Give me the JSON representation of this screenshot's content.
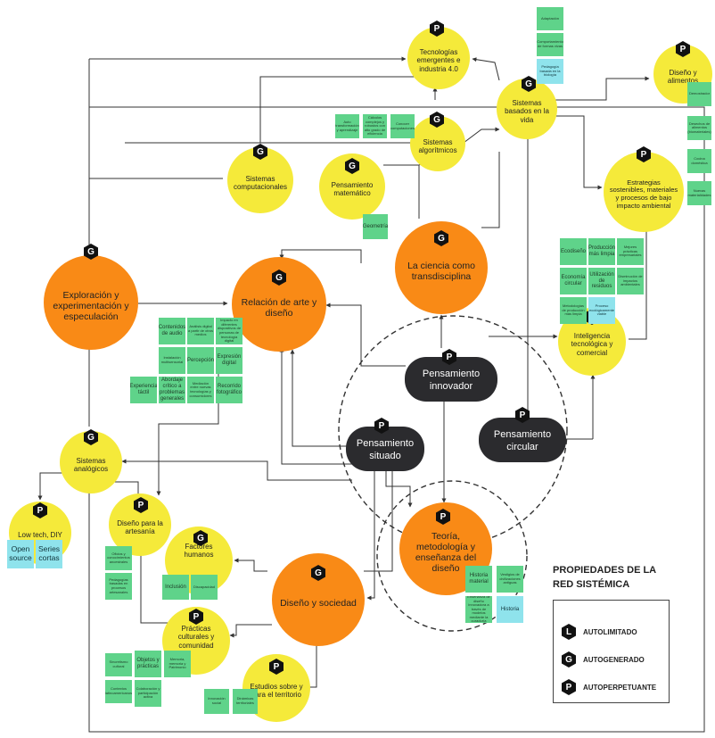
{
  "colors": {
    "yellow": "#f5ea3a",
    "orange": "#f98a16",
    "dark": "#2b2b2e",
    "note_green": "#5fd38a",
    "note_cyan": "#8fe3ec",
    "line": "#333333"
  },
  "nodes": {
    "tecnologias": {
      "label": "Tecnologías emergentes e industria 4.0",
      "badge": "P"
    },
    "diseno_alimentos": {
      "label": "Diseño y alimentos",
      "badge": "P"
    },
    "sistemas_vida": {
      "label": "Sistemas basados en la vida",
      "badge": "G"
    },
    "sistemas_algoritmicos": {
      "label": "Sistemas algorítmicos",
      "badge": "G"
    },
    "sistemas_computacionales": {
      "label": "Sistemas computacionales",
      "badge": "G"
    },
    "pensamiento_matematico": {
      "label": "Pensamiento matemático",
      "badge": "G"
    },
    "estrategias": {
      "label": "Estrategias sostenibles, materiales y procesos de bajo impacto ambiental",
      "badge": "P"
    },
    "ciencia": {
      "label": "La ciencia como transdisciplina",
      "badge": "G"
    },
    "exploracion": {
      "label": "Exploración y experimentación y especulación",
      "badge": "G"
    },
    "relacion": {
      "label": "Relación de arte y diseño",
      "badge": "G"
    },
    "inteligencia": {
      "label": "Inteligencia tecnológica y comercial",
      "badge": "P"
    },
    "innovador": {
      "label": "Pensamiento innovador",
      "badge": "P"
    },
    "situado": {
      "label": "Pensamiento situado",
      "badge": "P"
    },
    "circular": {
      "label": "Pensamiento circular",
      "badge": "P"
    },
    "analogicos": {
      "label": "Sistemas analógicos",
      "badge": "G"
    },
    "lowtech": {
      "label": "Low tech, DIY",
      "badge": "P"
    },
    "artesania": {
      "label": "Diseño para la artesanía",
      "badge": "P"
    },
    "factores": {
      "label": "Factores humanos",
      "badge": "G"
    },
    "teoria": {
      "label": "Teoría, metodología y enseñanza del diseño",
      "badge": "P"
    },
    "sociedad": {
      "label": "Diseño y sociedad",
      "badge": "G"
    },
    "practicas": {
      "label": "Prácticas culturales y comunidad",
      "badge": "P"
    },
    "estudios": {
      "label": "Estudios sobre y para el territorio",
      "badge": "P"
    }
  },
  "notes": {
    "adaptacion": "Adaptación",
    "comportamiento": "Comportamiento de formas vivas",
    "pedagogia_bio": "Pedagogía basada en la biología",
    "auto_transformacion": "Auto transformación y aprendizaje",
    "calculos": "Cálculos complejos y robustos con alto grado de eficiencia",
    "conocer": "Conocer computaciones",
    "geometria": "Geometría",
    "demostrador": "Demostrador",
    "desechos": "Desechos de alimentos (biomateriales)",
    "cocina": "Cocina doméstica",
    "nuevas": "Nuevas materialidades",
    "ecodiseno": "Ecodiseño",
    "produccion_limpia": "Producción más limpia",
    "mejores_practicas": "Mejores prácticas empresariales",
    "economia_circular": "Economía circular",
    "utilizacion_residuos": "Utilización de residuos",
    "disminucion": "Disminución de impactos ambientales",
    "metodologias_limpia": "Metodologías de producción más limpia",
    "proceso_ecologico": "Proceso ecológicamente viable",
    "contenidos_audio": "Contenidos de audio",
    "analisis_digital": "Análisis digital a partir de otros medios",
    "impacto_digitales": "Impacto en diferentes dispositivos de personas de tecnología digital",
    "instalacion": "Instalación multisensorial",
    "percepcion": "Percepción",
    "expresion_digital": "Expresión digital",
    "experiencia_tactil": "Experiencia táctil",
    "abordaje": "Abordaje crítico a problemas generales",
    "mediacion": "Mediación entre nuevas tecnologías y consumidores",
    "recorrido": "Recorrido fotográfico",
    "open_source": "Open source",
    "series_cortas": "Series cortas",
    "oficios": "Oficios y conocimientos ancestrales",
    "pedagogias_artesanales": "Pedagogías basadas en procesos artesanales",
    "inclusion": "Inclusión",
    "discapacidad": "Discapacidad",
    "historia_material": "Historia material",
    "vestigios": "Vestigios de civilizaciones antiguas",
    "ensenanza_diseno": "Enseñanza de diseño innovadora a través de modelos mediante la curaduría",
    "historia": "Historia",
    "patrimonio_cultural": "Sincretismo cultural",
    "objetos_practicas": "Objetos y prácticas",
    "memoria": "Memoria, memoria y Patrimonio",
    "contextos": "Contextos latinoamericanos",
    "colaboracion": "Colaboración y participación activa",
    "innovacion_social": "Innovación social",
    "dinamicas": "Dinámicas territoriales"
  },
  "legend": {
    "title_line1": "PROPIEDADES DE LA",
    "title_line2": "RED SISTÉMICA",
    "items": [
      {
        "badge": "L",
        "label": "AUTOLIMITADO"
      },
      {
        "badge": "G",
        "label": "AUTOGENERADO"
      },
      {
        "badge": "P",
        "label": "AUTOPERPETUANTE"
      }
    ]
  }
}
